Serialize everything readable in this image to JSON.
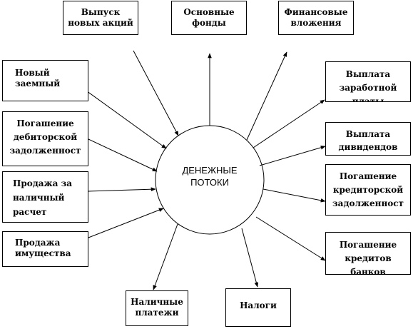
{
  "center": {
    "label": "ДЕНЕЖНЫЕ\nПОТОКИ"
  },
  "boxes": {
    "new_shares": {
      "label": "Выпуск\nновых акций"
    },
    "fixed_assets": {
      "label": "Основные\nфонды"
    },
    "fin_investments": {
      "label": "Финансовые\nвложения"
    },
    "new_loan": {
      "label": "Новый\nзаемный"
    },
    "receivables": {
      "label": "Погашение\nдебиторской\nзадолженност"
    },
    "cash_sale": {
      "label": "Продажа за\nналичный\nрасчет"
    },
    "property_sale": {
      "label": "Продажа\nимущества"
    },
    "cash_payments": {
      "label": "Наличные\nплатежи"
    },
    "taxes": {
      "label": "Налоги"
    },
    "salary": {
      "label": "Выплата\nзаработной\nплаты"
    },
    "dividends": {
      "label": "Выплата\nдивидендов"
    },
    "payables": {
      "label": "Погашение\nкредиторской\nзадолженност"
    },
    "bank_loans": {
      "label": "Погашение\nкредитов\nбанков"
    }
  }
}
